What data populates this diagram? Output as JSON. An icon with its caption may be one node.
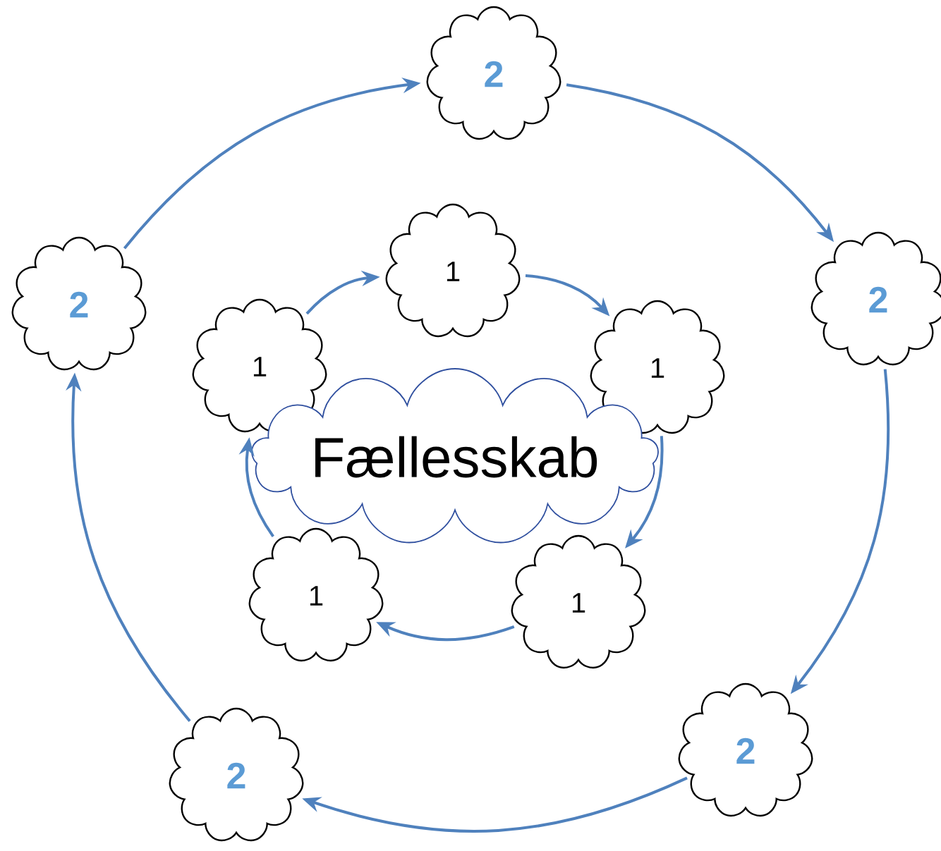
{
  "diagram": {
    "nodes": [
      {
        "text": [
          "2"
        ]
      },
      {
        "text": [
          "2"
        ]
      },
      {
        "text": [
          "2"
        ]
      },
      {
        "text": [
          "1"
        ]
      },
      {
        "text": [
          "1"
        ]
      },
      {
        "text": [
          "1"
        ]
      },
      {
        "text": [
          "Fællesskab"
        ]
      },
      {
        "text": [
          "1"
        ]
      },
      {
        "text": [
          "1"
        ]
      },
      {
        "text": [
          "2"
        ]
      },
      {
        "text": [
          "2"
        ]
      }
    ],
    "edges": [
      {
        "from": 1,
        "to": 0,
        "arrow": "to"
      },
      {
        "from": 0,
        "to": 2,
        "arrow": "to"
      },
      {
        "from": 2,
        "to": 10,
        "arrow": "to"
      },
      {
        "from": 10,
        "to": 9,
        "arrow": "to"
      },
      {
        "from": 9,
        "to": 1,
        "arrow": "to"
      },
      {
        "from": 4,
        "to": 3,
        "arrow": "to"
      },
      {
        "from": 3,
        "to": 5,
        "arrow": "to"
      },
      {
        "from": 5,
        "to": 8,
        "arrow": "to"
      },
      {
        "from": 8,
        "to": 7,
        "arrow": "to"
      },
      {
        "from": 7,
        "to": 4,
        "arrow": "to"
      }
    ]
  }
}
